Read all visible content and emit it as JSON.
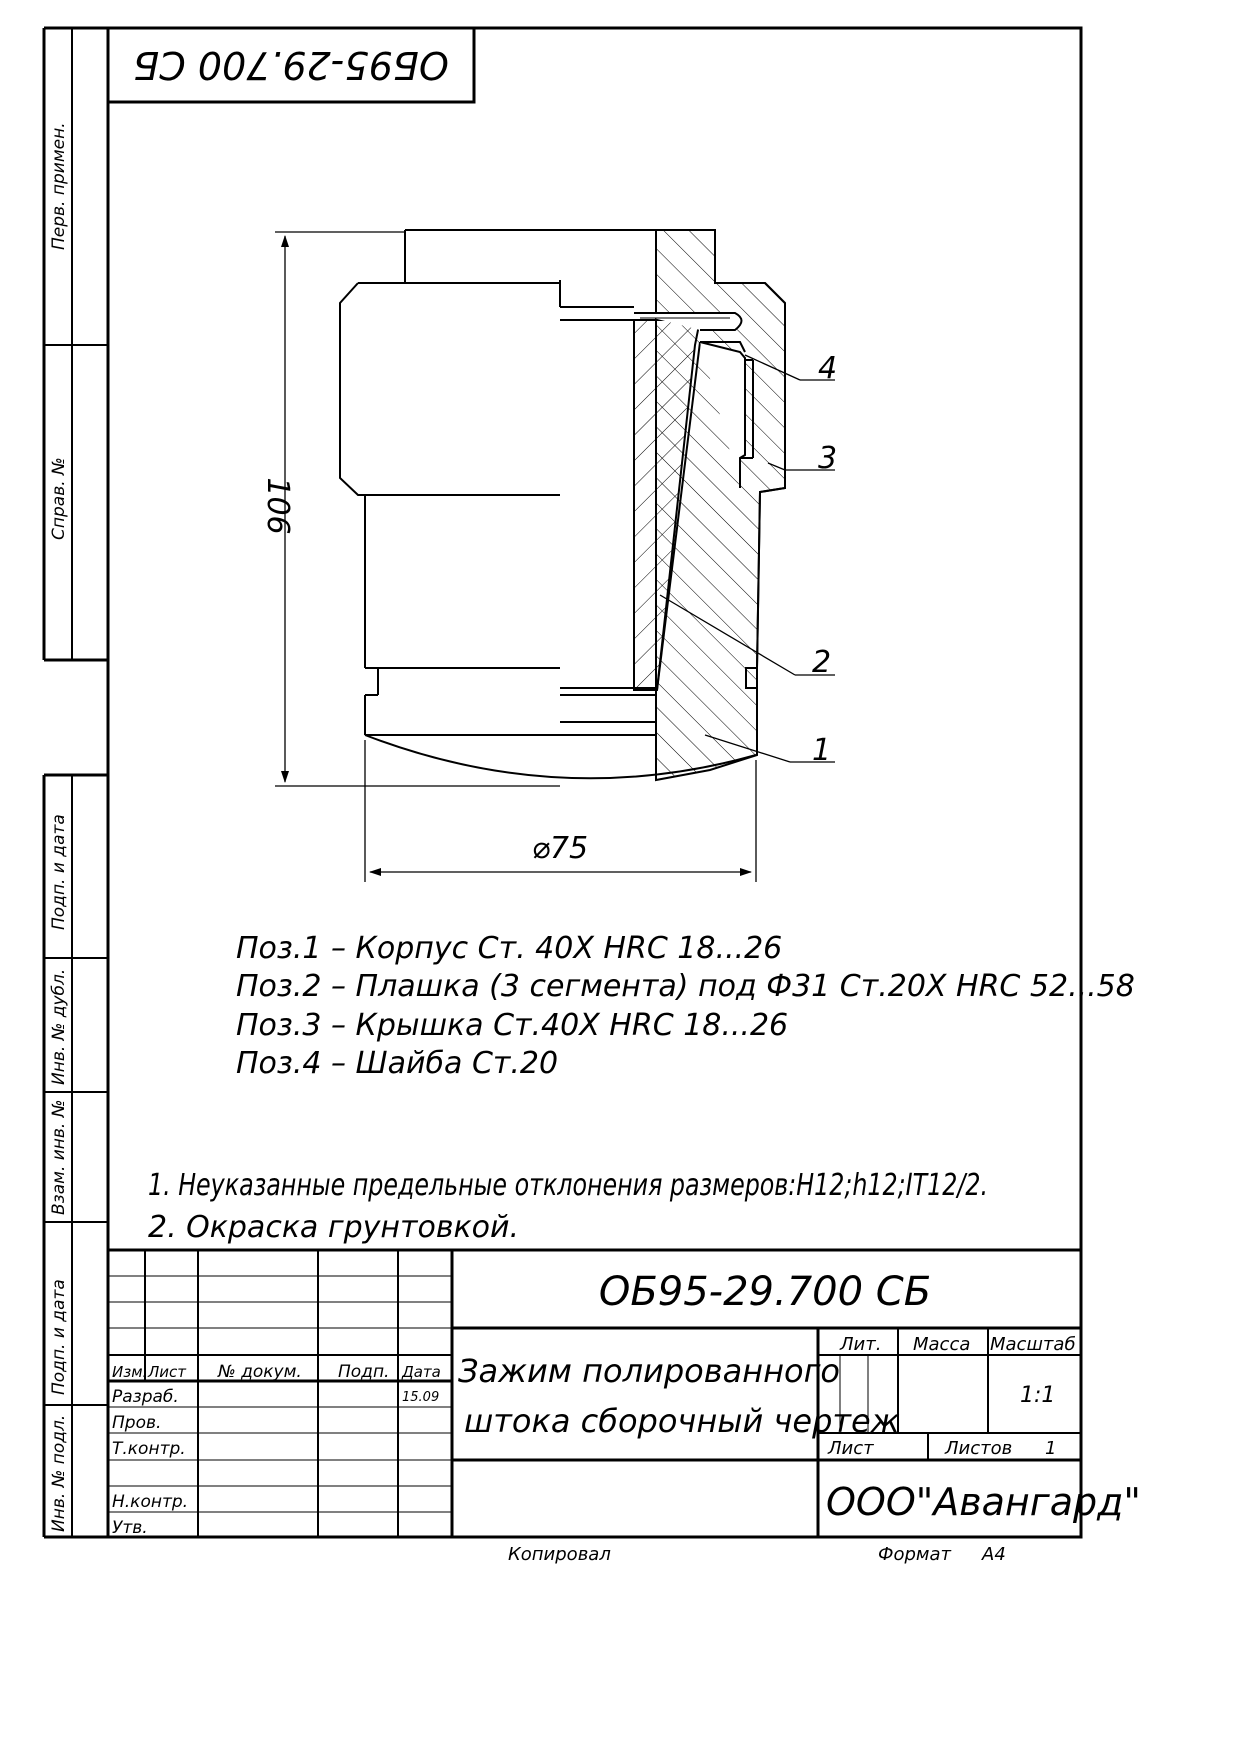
{
  "stamp_top": "ОБ95-29.700 СБ",
  "side_labels": {
    "perv_primen": "Перв. примен.",
    "sprav_no": "Справ. №",
    "podp_data_1": "Подп. и дата",
    "inv_dubl": "Инв. № дубл.",
    "vzam_inv": "Взам. инв. №",
    "podp_data_2": "Подп. и дата",
    "inv_podl": "Инв. № подл."
  },
  "dimensions": {
    "height": "106",
    "diameter": "⌀75"
  },
  "leaders": [
    "1",
    "2",
    "3",
    "4"
  ],
  "parts": [
    "Поз.1 – Корпус    Ст. 40Х    HRC 18...26",
    "Поз.2 – Плашка (3 сегмента) под Ф31 Ст.20Х HRC 52...58",
    "Поз.3 – Крышка   Ст.40Х    HRC 18...26",
    "Поз.4 – Шайба    Ст.20"
  ],
  "notes": [
    "1. Неуказанные предельные отклонения размеров:H12;h12;IT12/2.",
    "2. Окраска грунтовкой."
  ],
  "title_block": {
    "designation": "ОБ95-29.700 СБ",
    "title_line1": "Зажим полированного",
    "title_line2": "штока сборочный чертеж",
    "col_izm": "Изм.",
    "col_list": "Лист",
    "col_docum": "№ докум.",
    "col_podp": "Подп.",
    "col_data": "Дата",
    "date_value": "15.09",
    "razrab": "Разраб.",
    "prov": "Пров.",
    "tkontr": "Т.контр.",
    "nkontr": "Н.контр.",
    "utv": "Утв.",
    "lit": "Лит.",
    "massa": "Масса",
    "masshtab": "Масштаб",
    "scale_value": "1:1",
    "list": "Лист",
    "listov": "Листов",
    "listov_value": "1",
    "company": "ООО\"Авангард\""
  },
  "footer": {
    "kopiroval": "Копировал",
    "format": "Формат",
    "format_value": "А4"
  }
}
